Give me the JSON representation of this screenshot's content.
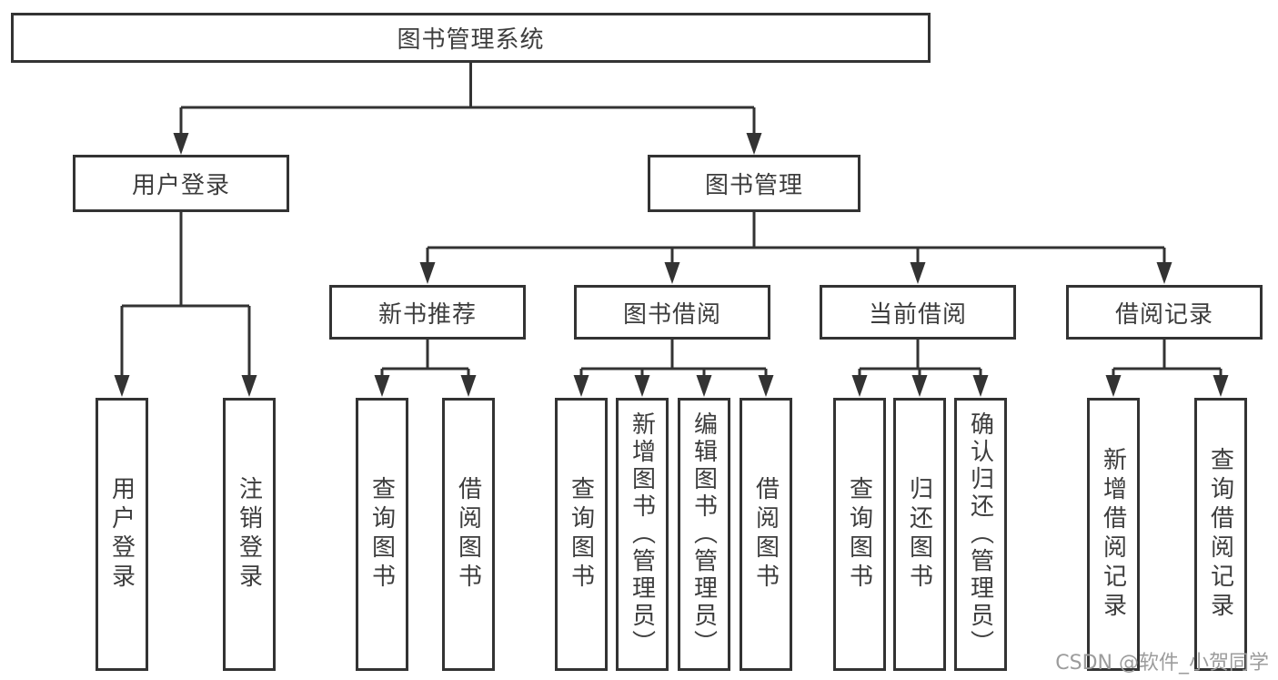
{
  "nodes": {
    "root": "图书管理系统",
    "user_login": "用户登录",
    "book_management": "图书管理",
    "new_book_recommend": "新书推荐",
    "book_borrowing": "图书借阅",
    "current_borrowing": "当前借阅",
    "borrowing_records": "借阅记录",
    "leaf_user_login": "用户登录",
    "leaf_logout": "注销登录",
    "leaf_recommend_query_books": "查询图书",
    "leaf_recommend_borrow_books": "借阅图书",
    "leaf_borrowing_query_books": "查询图书",
    "leaf_borrowing_add_books": "新增图书（管理员）",
    "leaf_borrowing_edit_books": "编辑图书（管理员）",
    "leaf_borrowing_borrow_books": "借阅图书",
    "leaf_current_query_books": "查询图书",
    "leaf_current_return_books": "归还图书",
    "leaf_current_confirm_return": "确认归还（管理员）",
    "leaf_records_add_record": "新增借阅记录",
    "leaf_records_query_record": "查询借阅记录"
  },
  "watermark": "CSDN @软件_小贺同学",
  "colors": {
    "line": "#333333",
    "text": "#3d3d3d",
    "watermark": "#9c9c9c",
    "background": "#ffffff"
  }
}
